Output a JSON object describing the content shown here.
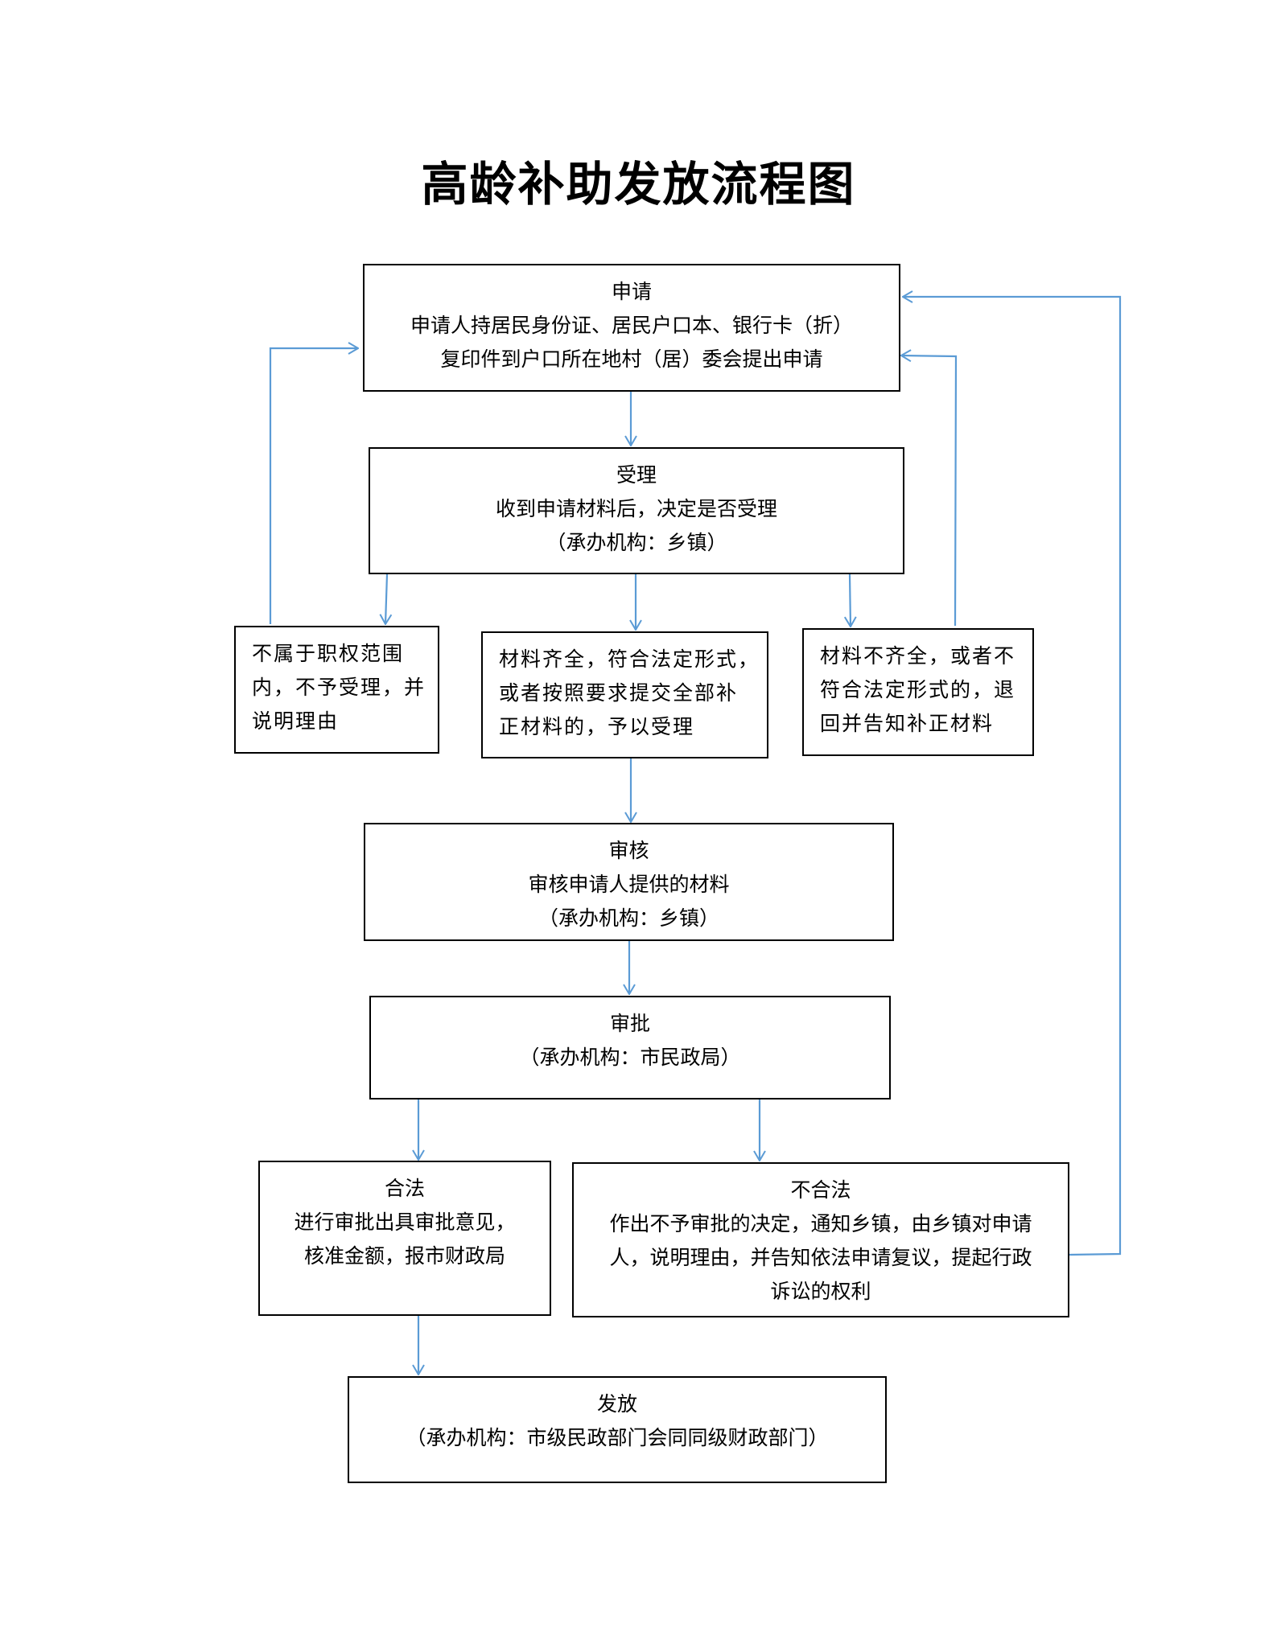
{
  "title": "高龄补助发放流程图",
  "colors": {
    "connector": "#5b9bd5",
    "border": "#000000"
  },
  "nodes": {
    "apply": {
      "lines": [
        "申请",
        "申请人持居民身份证、居民户口本、银行卡（折）",
        "复印件到户口所在地村（居）委会提出申请"
      ]
    },
    "accept": {
      "lines": [
        "受理",
        "收到申请材料后，决定是否受理",
        "（承办机构：乡镇）"
      ]
    },
    "reject_scope": {
      "lines": [
        "不属于职权范围",
        "内，不予受理，并",
        "说明理由"
      ]
    },
    "accepted": {
      "lines": [
        "材料齐全，符合法定形式，",
        "或者按照要求提交全部补",
        "正材料的，予以受理"
      ]
    },
    "return": {
      "lines": [
        "材料不齐全，或者不",
        "符合法定形式的，退",
        "回并告知补正材料"
      ]
    },
    "review": {
      "lines": [
        "审核",
        "审核申请人提供的材料",
        "（承办机构：乡镇）"
      ]
    },
    "approve": {
      "lines": [
        "审批",
        "（承办机构：市民政局）"
      ]
    },
    "legal": {
      "lines": [
        "合法",
        "进行审批出具审批意见，",
        "核准金额，报市财政局"
      ]
    },
    "illegal": {
      "lines": [
        "不合法",
        "作出不予审批的决定，通知乡镇，由乡镇对申请",
        "人，说明理由，并告知依法申请复议，提起行政",
        "诉讼的权利"
      ]
    },
    "issue": {
      "lines": [
        "发放",
        "（承办机构：市级民政部门会同同级财政部门）"
      ]
    }
  }
}
